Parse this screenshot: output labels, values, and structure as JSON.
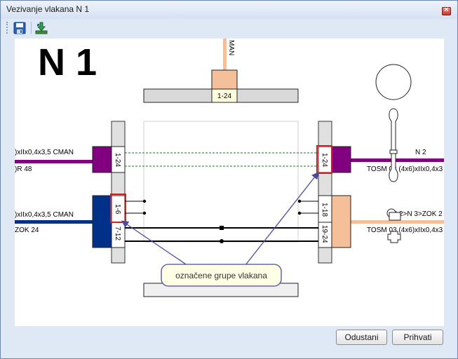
{
  "window": {
    "title": "Vezivanje vlakana N 1",
    "close_icon": "close-icon",
    "close_glyph": "×"
  },
  "toolbar": {
    "items": [
      {
        "icon": "save-icon"
      },
      {
        "icon": "import-icon"
      }
    ]
  },
  "diagram": {
    "node_title": "N 1",
    "top_cable": {
      "label": "MAN",
      "group": "1-24"
    },
    "left_cables": [
      {
        "line1": ")xIIx0,4x3,5 CMAN",
        "line2": ")R 48",
        "color": "#800080",
        "groups": [
          "1-24"
        ]
      },
      {
        "line1": ")xIIx0,4x3,5 CMAN",
        "line2": "ZOK 24",
        "color": "#003087",
        "groups": [
          "1-6",
          "7-12"
        ]
      }
    ],
    "right_cables": [
      {
        "line1": "N 2",
        "line2": "TOSM 03 (4x6)xIIx0,4x3",
        "color": "#800080",
        "groups": [
          "1-24"
        ]
      },
      {
        "line1": "N 2>N 3>ZOK 2",
        "line2": "TOSM 03 (4x6)xIIx0,4x3",
        "color": "#f5bf9a",
        "groups": [
          "1-18",
          "19-24"
        ]
      }
    ],
    "callout": "označene grupe vlakana"
  },
  "buttons": {
    "cancel": "Odustani",
    "accept": "Prihvati"
  }
}
